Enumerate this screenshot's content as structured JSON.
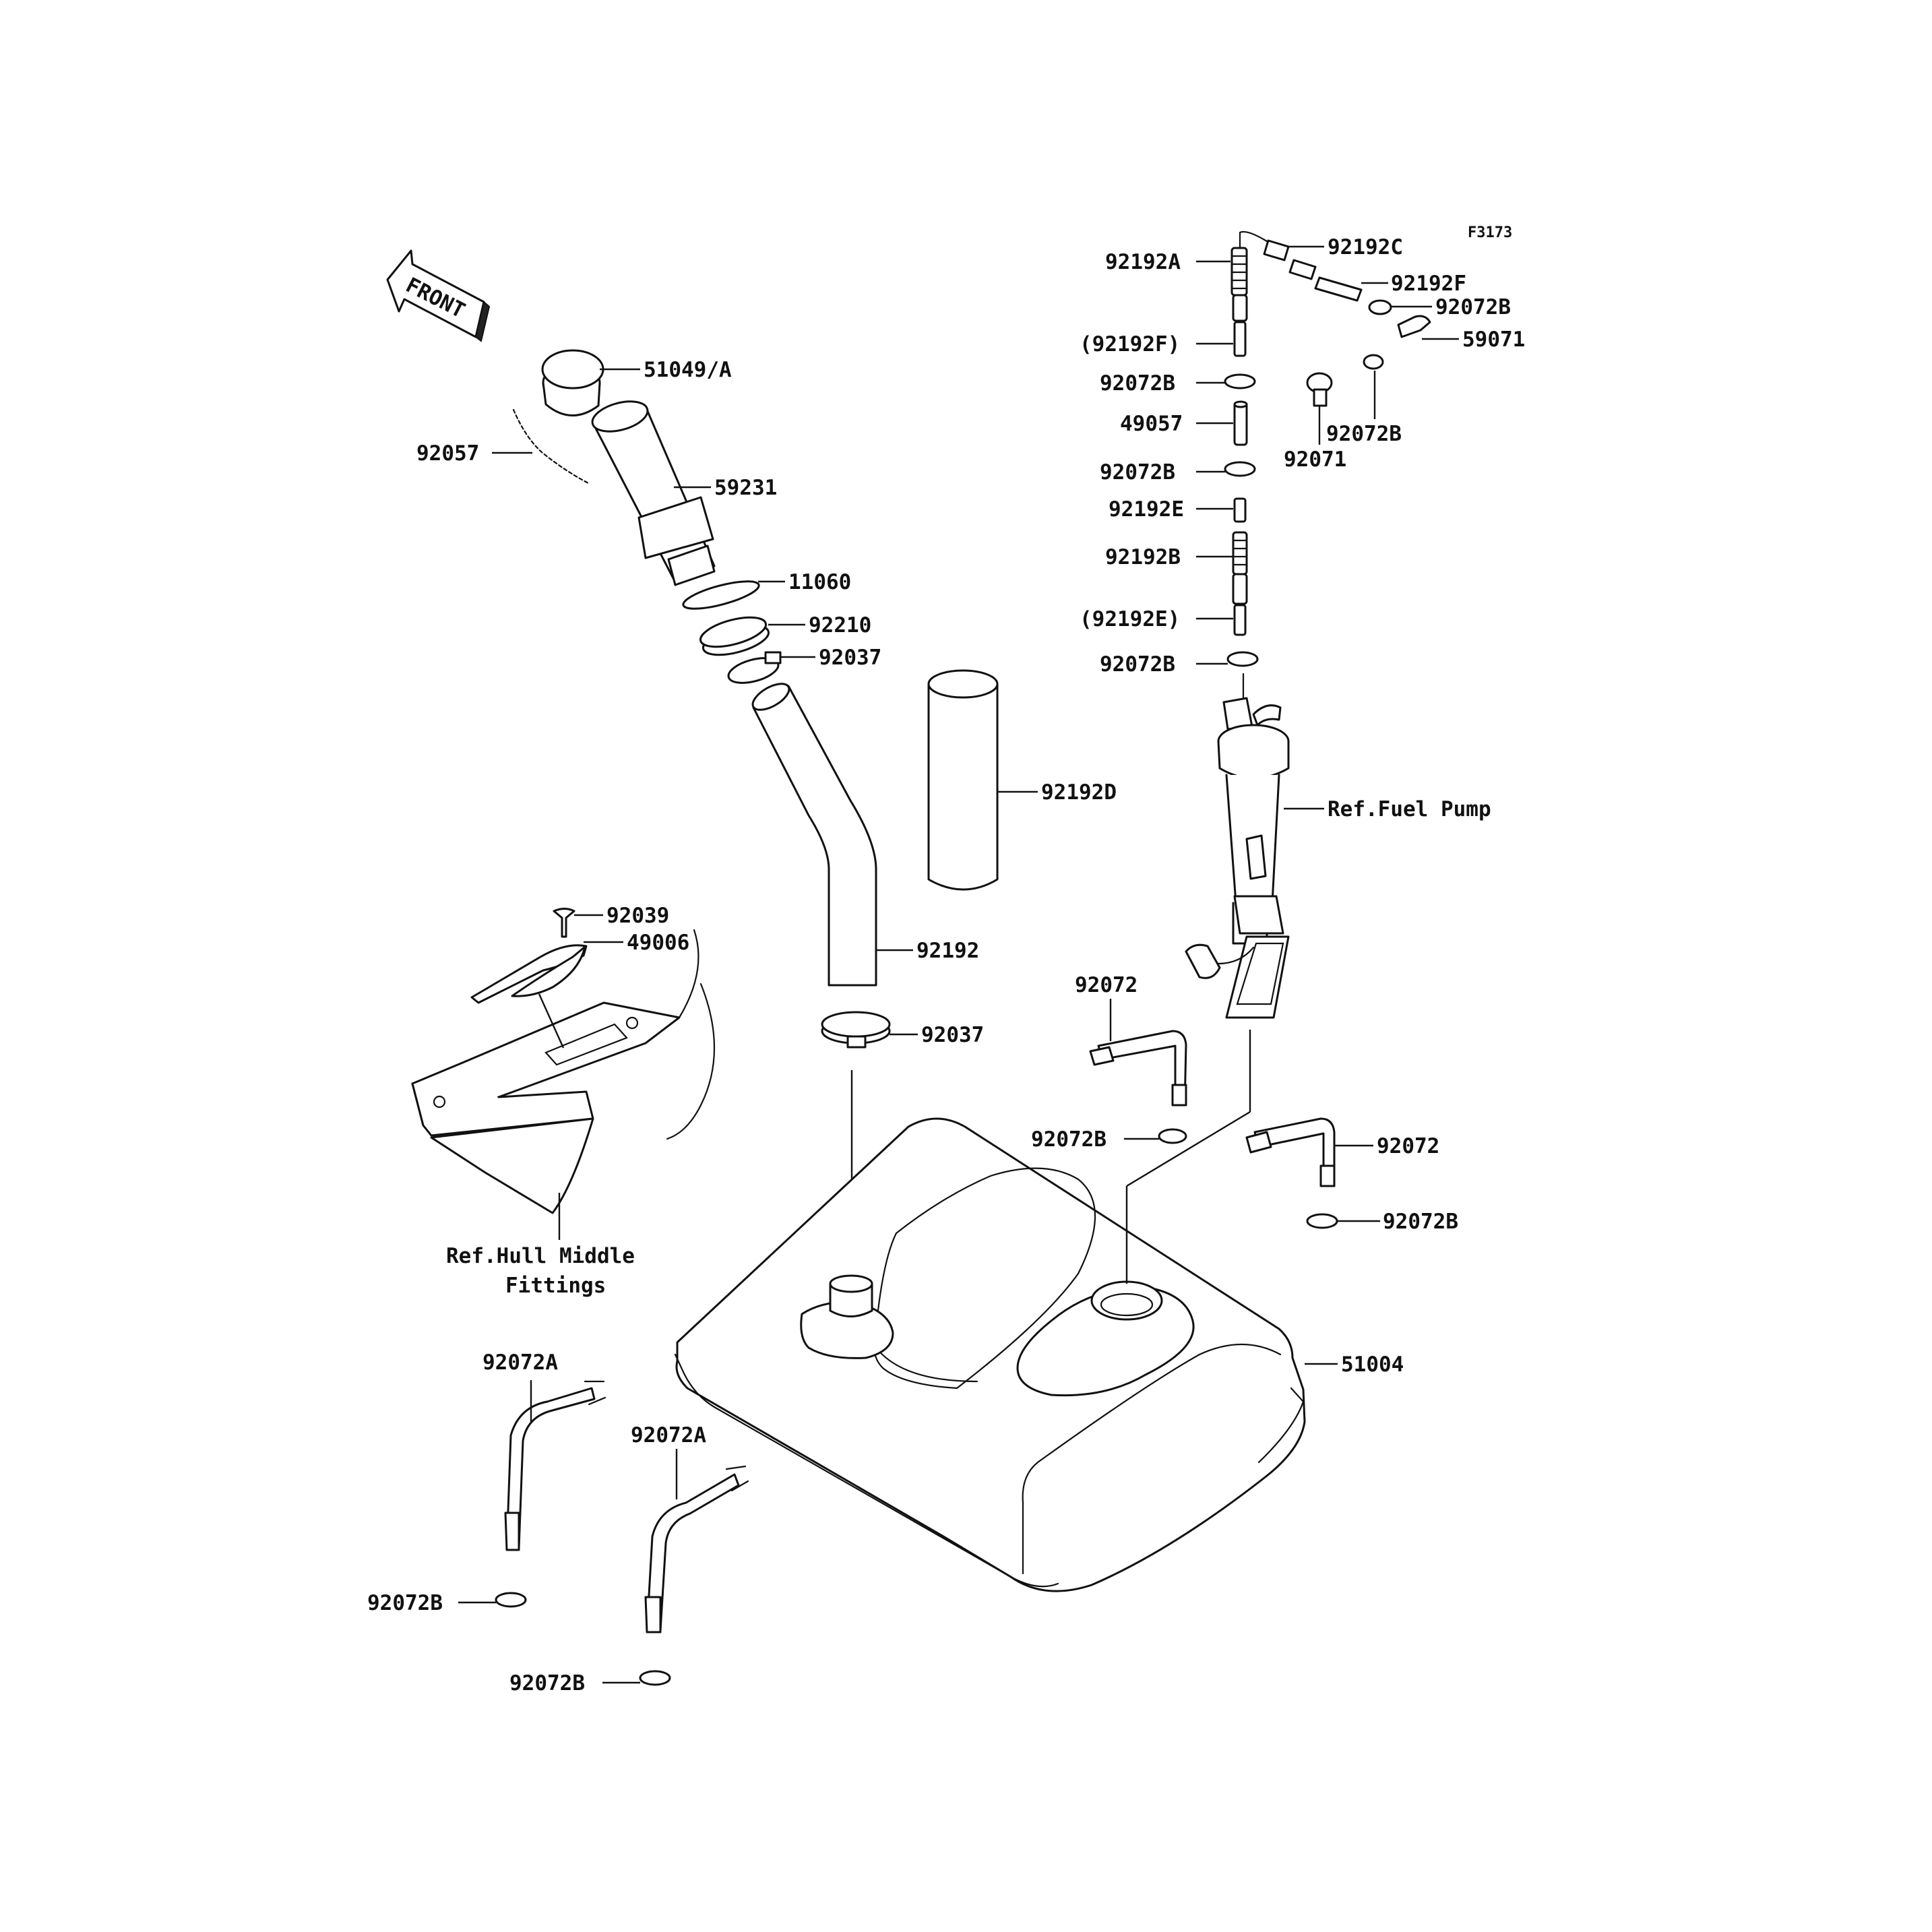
{
  "figure_code": "F3173",
  "front_label": "FRONT",
  "labels": {
    "p51049A": "51049/A",
    "p92057": "92057",
    "p59231": "59231",
    "p11060": "11060",
    "p92210": "92210",
    "p92037_top": "92037",
    "p92192D": "92192D",
    "p92192": "92192",
    "p92037_bot": "92037",
    "p92039": "92039",
    "p49006": "49006",
    "ref_hull_1": "Ref.Hull Middle",
    "ref_hull_2": "Fittings",
    "p92192A": "92192A",
    "p92192C": "92192C",
    "p92192F": "92192F",
    "p92072B_r1": "92072B",
    "p59071": "59071",
    "p92192F_paren": "(92192F)",
    "p92072B_l1": "92072B",
    "p49057": "49057",
    "p92072B_r2": "92072B",
    "p92071": "92071",
    "p92072B_l2": "92072B",
    "p92192E": "92192E",
    "p92192B": "92192B",
    "p92192E_paren": "(92192E)",
    "p92072B_l3": "92072B",
    "ref_fuel_pump": "Ref.Fuel Pump",
    "p92072_left": "92072",
    "p92072B_mid": "92072B",
    "p92072_right": "92072",
    "p92072B_right": "92072B",
    "p51004": "51004",
    "p92072A_1": "92072A",
    "p92072A_2": "92072A",
    "p92072B_bl1": "92072B",
    "p92072B_bl2": "92072B"
  }
}
